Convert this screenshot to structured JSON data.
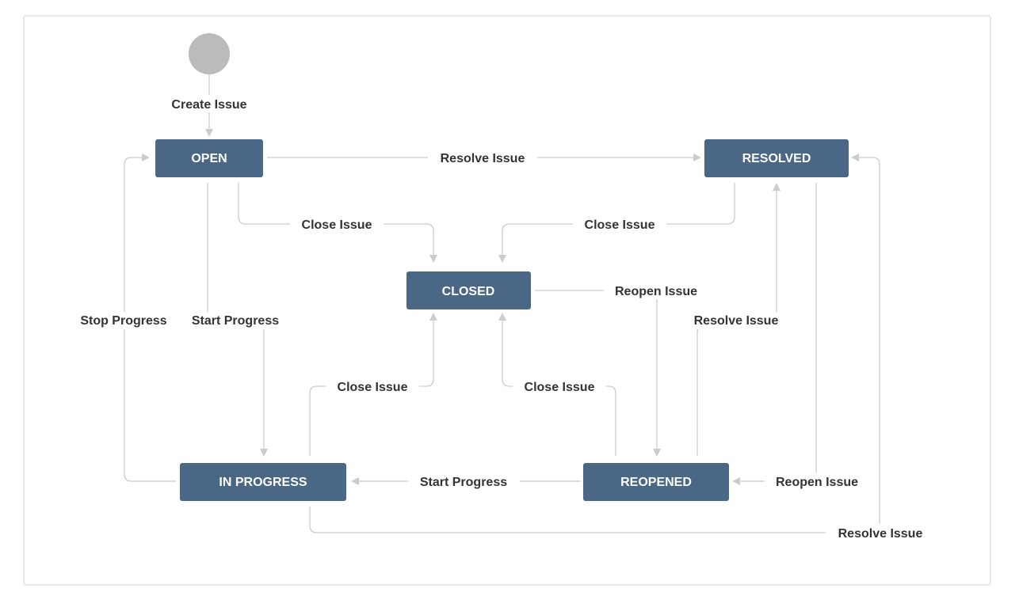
{
  "colors": {
    "status_fill": "#4a6785",
    "status_text": "#ffffff",
    "connector": "#cccccc",
    "start_node": "#bbbbbb",
    "label_text": "#333333"
  },
  "statuses": {
    "open": "OPEN",
    "resolved": "RESOLVED",
    "closed": "CLOSED",
    "in_progress": "IN PROGRESS",
    "reopened": "REOPENED"
  },
  "transitions": {
    "create_issue": "Create Issue",
    "open_resolve": "Resolve Issue",
    "open_close": "Close Issue",
    "resolved_close": "Close Issue",
    "closed_reopen": "Reopen Issue",
    "reopened_resolve": "Resolve Issue",
    "stop_progress": "Stop Progress",
    "start_progress": "Start Progress",
    "inprogress_close": "Close Issue",
    "reopened_close": "Close Issue",
    "reopened_start_progress": "Start Progress",
    "resolved_reopen": "Reopen Issue",
    "inprogress_resolve": "Resolve Issue"
  }
}
